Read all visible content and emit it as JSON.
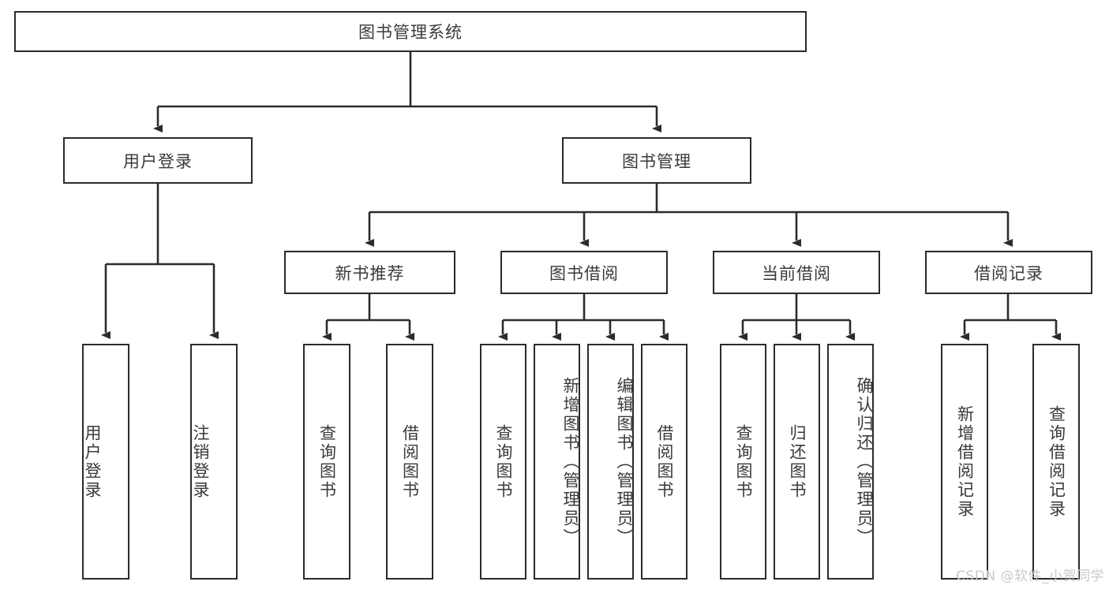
{
  "diagram": {
    "type": "tree-hierarchy",
    "title_node": "图书管理系统",
    "watermark": "CSDN @软件_小贺同学",
    "colors": {
      "box_border": "#2b2b2b",
      "box_fill": "#ffffff",
      "text": "#3a3a3a",
      "edge": "#2b2b2b",
      "watermark": "#c9c9c9"
    },
    "nodes": {
      "root": {
        "label": "图书管理系统"
      },
      "level1": [
        {
          "id": "user-login",
          "label": "用户登录"
        },
        {
          "id": "book-manage",
          "label": "图书管理"
        }
      ],
      "level2": [
        {
          "id": "new-book-recommend",
          "label": "新书推荐"
        },
        {
          "id": "book-borrow",
          "label": "图书借阅"
        },
        {
          "id": "current-borrow",
          "label": "当前借阅"
        },
        {
          "id": "borrow-record",
          "label": "借阅记录"
        }
      ],
      "leaves": {
        "user_login": [
          {
            "id": "leaf-user-login",
            "label": "用户登录"
          },
          {
            "id": "leaf-logout-login",
            "label": "注销登录"
          }
        ],
        "new_book_recommend": [
          {
            "id": "leaf-query-book-1",
            "label": "查询图书"
          },
          {
            "id": "leaf-borrow-book-1",
            "label": "借阅图书"
          }
        ],
        "book_borrow": [
          {
            "id": "leaf-query-book-2",
            "label": "查询图书"
          },
          {
            "id": "leaf-add-book",
            "label": "新增图书（管理员）"
          },
          {
            "id": "leaf-edit-book",
            "label": "编辑图书（管理员）"
          },
          {
            "id": "leaf-borrow-book-2",
            "label": "借阅图书"
          }
        ],
        "current_borrow": [
          {
            "id": "leaf-query-book-3",
            "label": "查询图书"
          },
          {
            "id": "leaf-return-book",
            "label": "归还图书"
          },
          {
            "id": "leaf-confirm-return",
            "label": "确认归还（管理员）"
          }
        ],
        "borrow_record": [
          {
            "id": "leaf-add-record",
            "label": "新增借阅记录"
          },
          {
            "id": "leaf-query-record",
            "label": "查询借阅记录"
          }
        ]
      }
    }
  }
}
